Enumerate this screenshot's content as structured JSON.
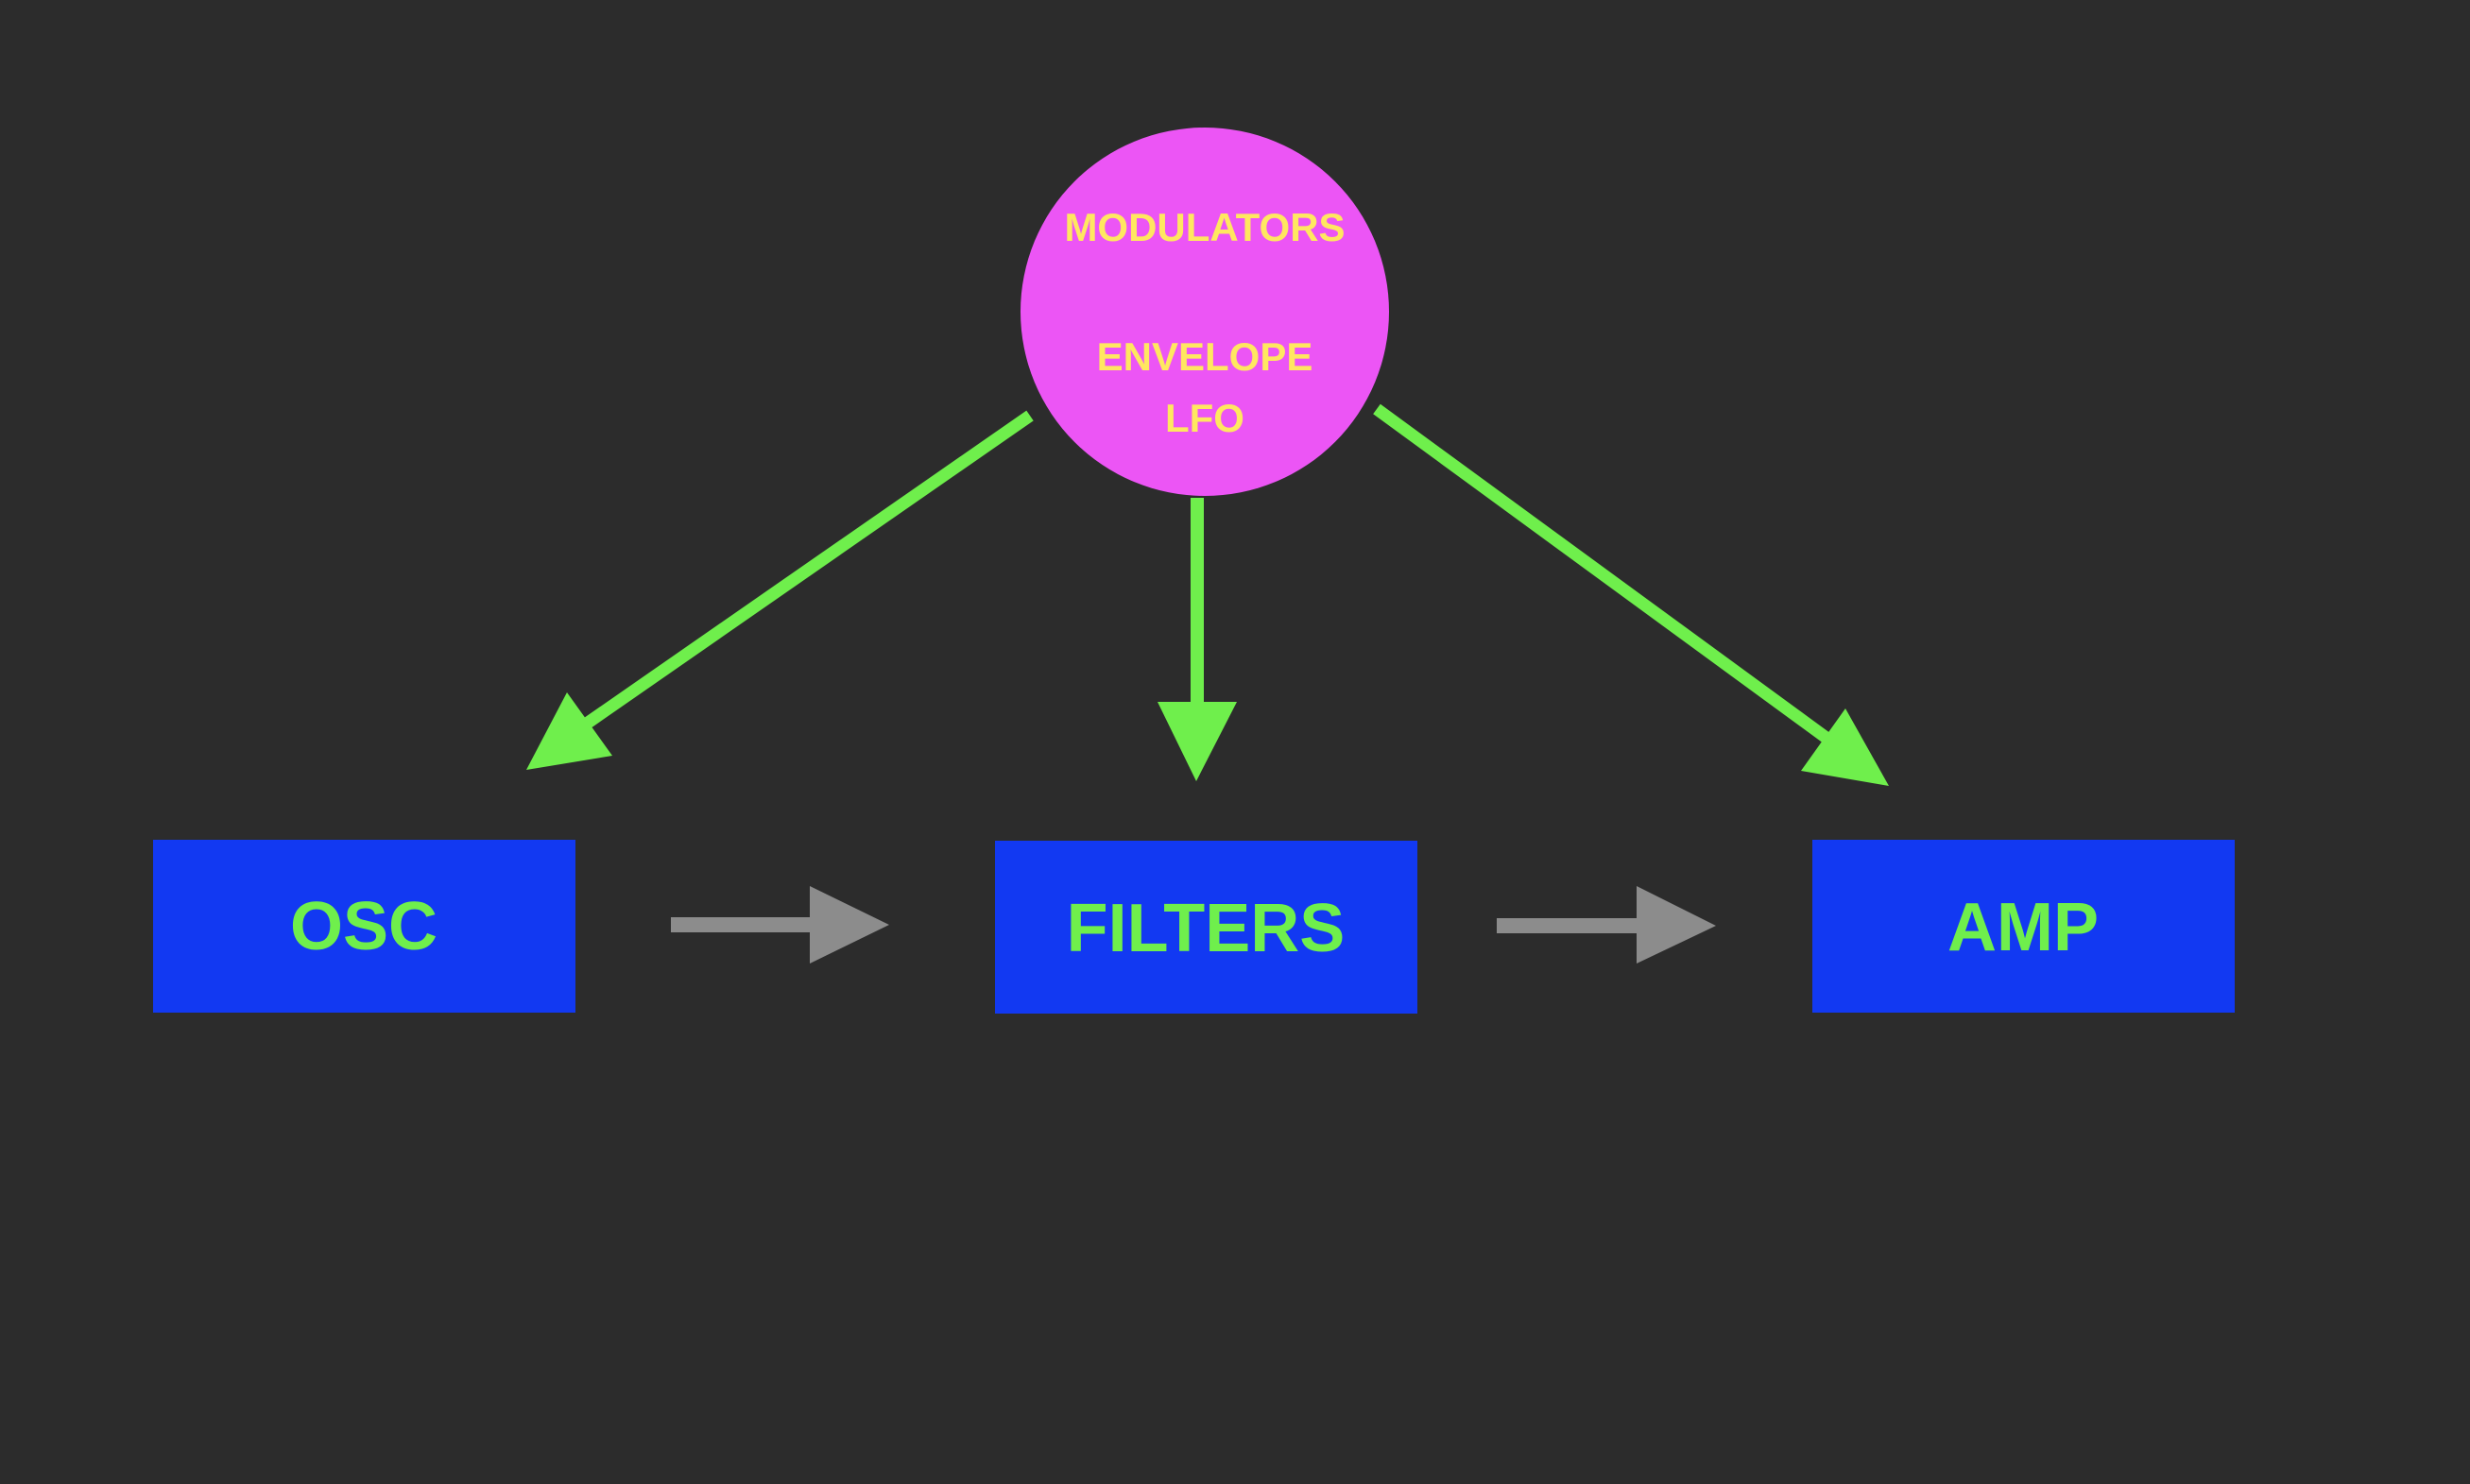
{
  "modulators": {
    "title": "MODULATORS",
    "line1": "ENVELOPE",
    "line2": "LFO"
  },
  "blocks": {
    "osc": "OSC",
    "filters": "FILTERS",
    "amp": "AMP"
  },
  "colors": {
    "background": "#2c2c2c",
    "modulator_fill": "#ec55f5",
    "modulator_text": "#ffe760",
    "block_fill": "#1239f2",
    "block_text": "#6fef4c",
    "modulation_arrow": "#6fef4c",
    "signal_arrow": "#8c8c8c"
  }
}
